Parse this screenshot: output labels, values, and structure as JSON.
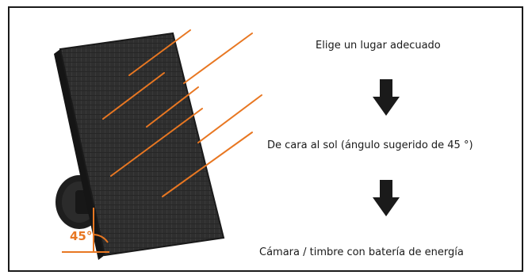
{
  "steps": [
    {
      "text": "Elige un lugar adecuado"
    },
    {
      "text": "De cara al sol (ángulo sugerido de 45 °)"
    },
    {
      "text": "Cámara / timbre con batería de energía"
    }
  ],
  "angle_label": "45°",
  "colors": {
    "sun_ray": "#e87722",
    "panel": "#2c2c2c",
    "panel_edge": "#1a1a1a",
    "arrow": "#1a1a1a"
  },
  "icons": {
    "flow_arrow": "arrow-down-icon"
  }
}
